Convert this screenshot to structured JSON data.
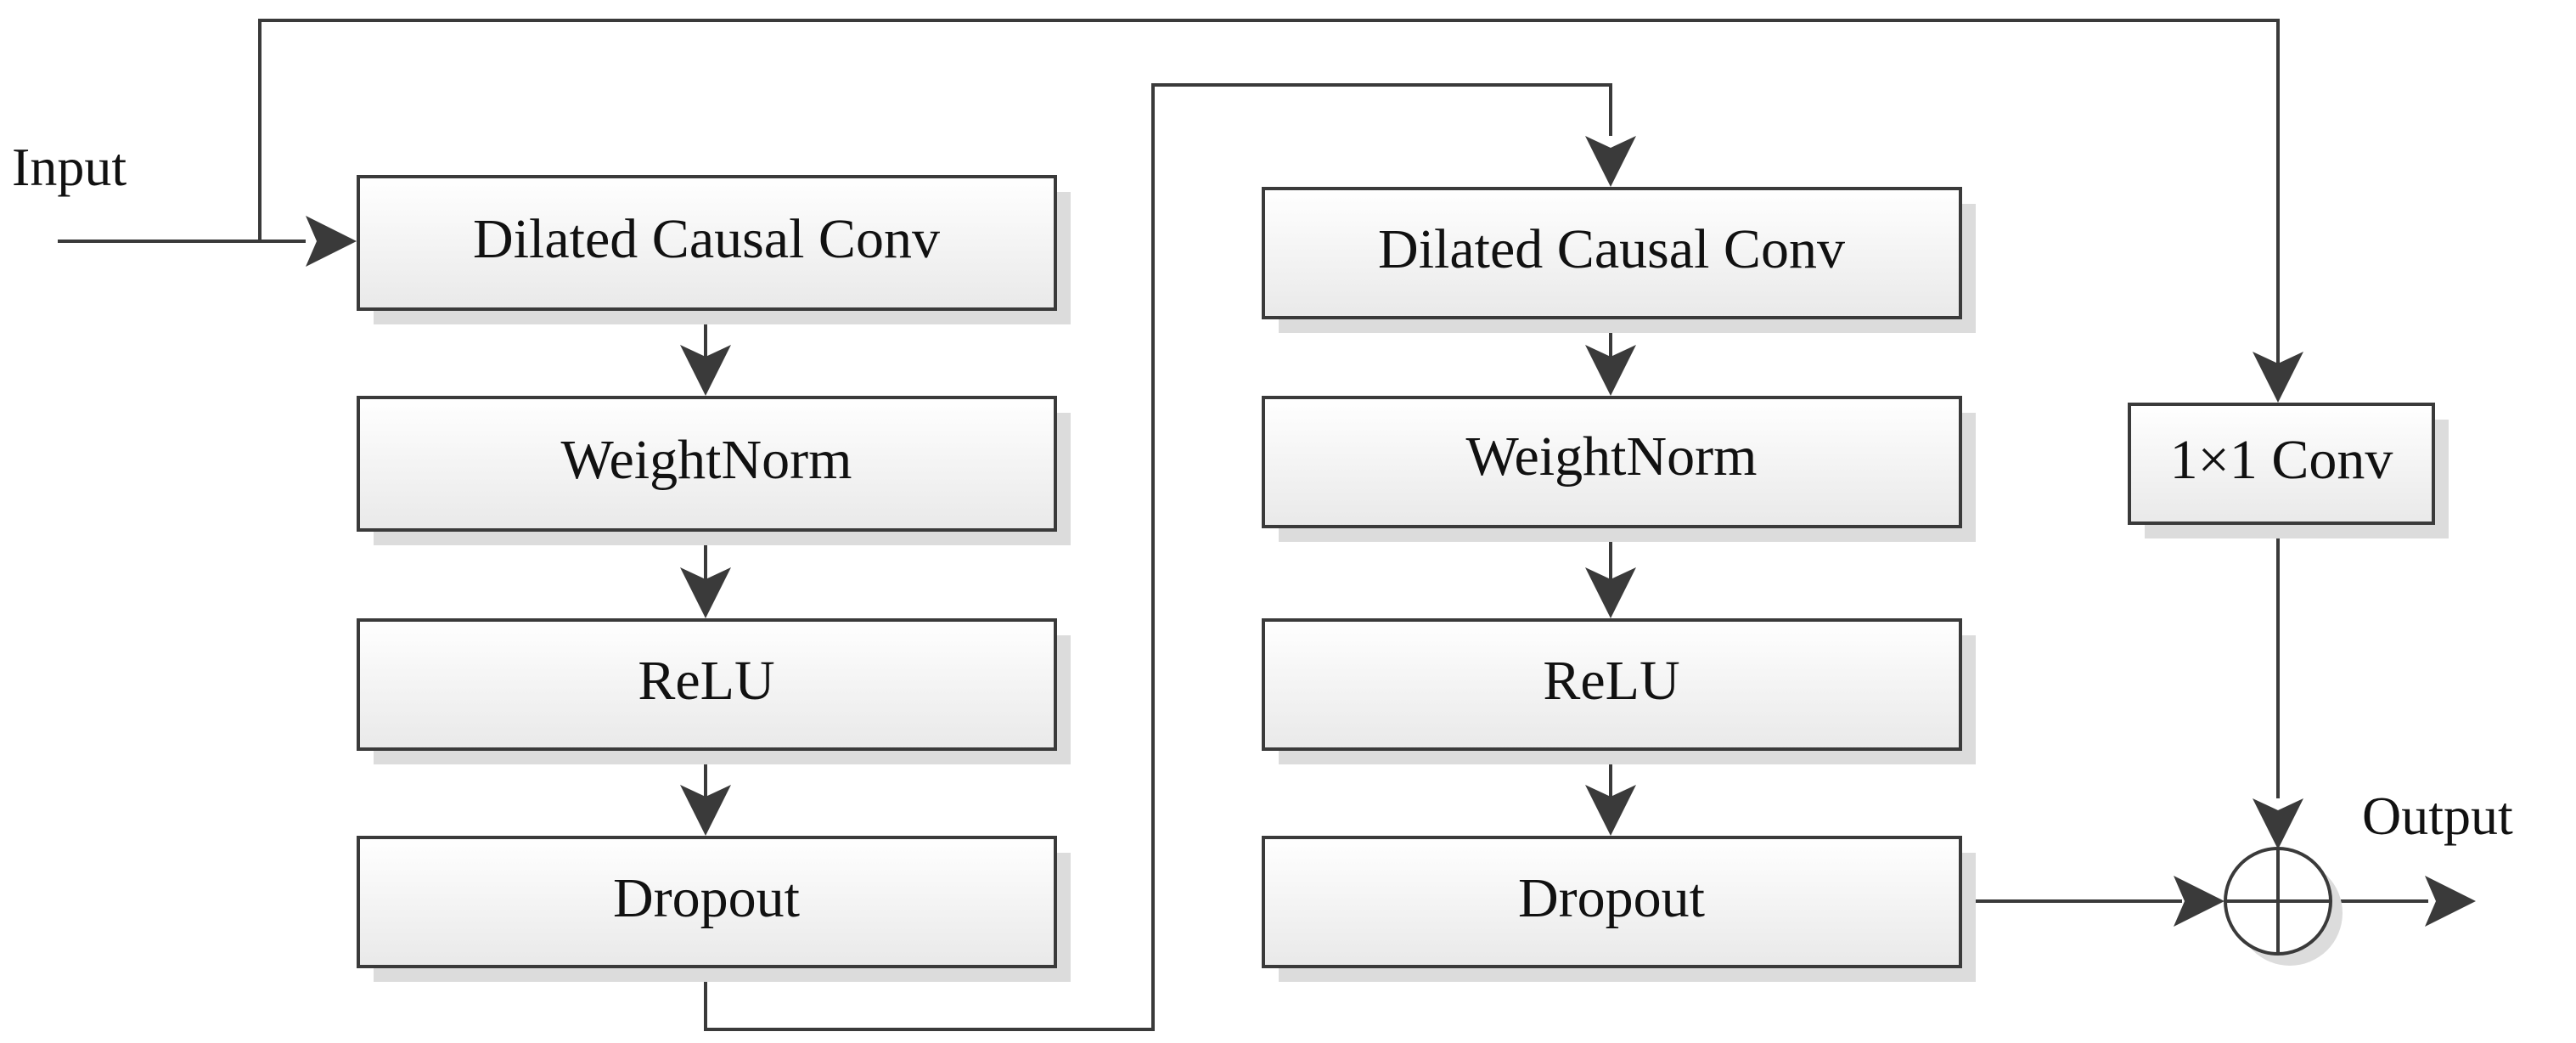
{
  "input_label": "Input",
  "output_label": "Output",
  "block1": {
    "conv": "Dilated Causal Conv",
    "norm": "WeightNorm",
    "act": "ReLU",
    "drop": "Dropout"
  },
  "block2": {
    "conv": "Dilated Causal Conv",
    "norm": "WeightNorm",
    "act": "ReLU",
    "drop": "Dropout"
  },
  "residual_conv": "1×1 Conv",
  "colors": {
    "line": "#3a3a3a",
    "box_top": "#ffffff",
    "box_bottom": "#e9e9e9",
    "shadow": "#dcdcdc"
  }
}
